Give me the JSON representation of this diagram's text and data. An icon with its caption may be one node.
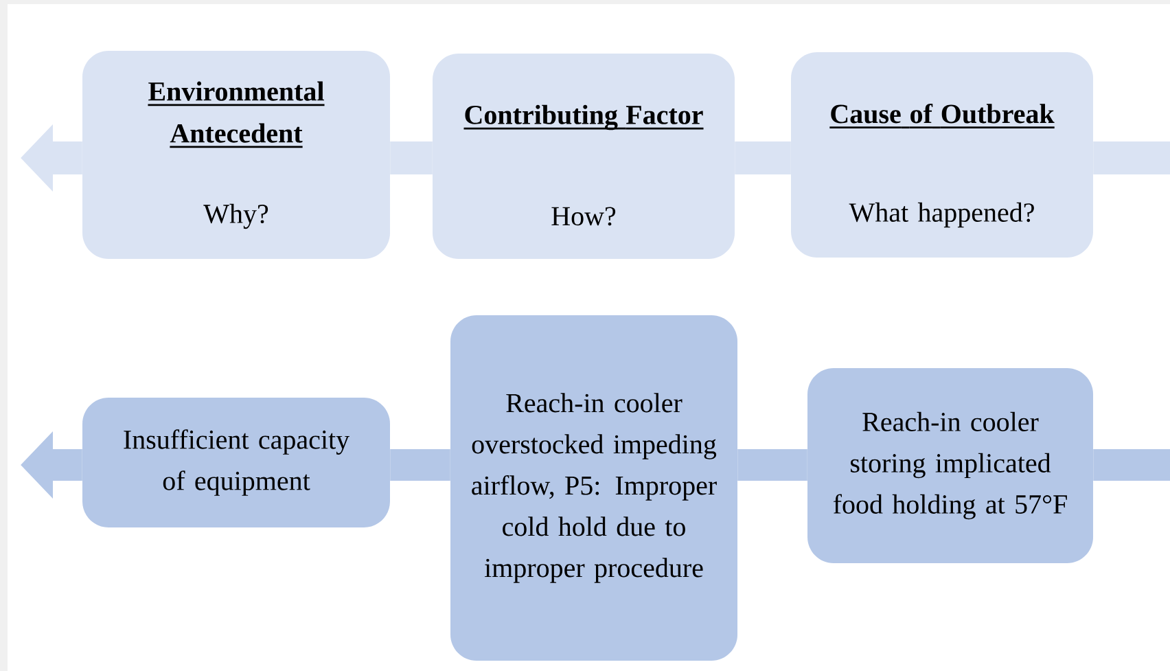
{
  "diagram": {
    "nodes": [
      {
        "text": [
          "Environmental Antecedent",
          "Why?"
        ]
      },
      {
        "text": [
          "Contributing Factor",
          "How?"
        ]
      },
      {
        "text": [
          "Cause of Outbreak",
          "What happened?"
        ]
      },
      {
        "text": [
          "Insufficient capacity of equipment"
        ]
      },
      {
        "text": [
          "Reach-in cooler overstocked impeding airflow, P5: Improper cold hold due to improper procedure"
        ]
      },
      {
        "text": [
          "Reach-in cooler storing implicated food holding at 57°F"
        ]
      }
    ],
    "edges": [
      {
        "from": null,
        "to": 2,
        "arrow": "none",
        "color": "#dae3f3"
      },
      {
        "from": 2,
        "to": 1,
        "arrow": "none",
        "color": "#dae3f3"
      },
      {
        "from": 1,
        "to": 0,
        "arrow": "none",
        "color": "#dae3f3"
      },
      {
        "from": 0,
        "to": null,
        "arrow": "to",
        "color": "#dae3f3"
      },
      {
        "from": null,
        "to": 5,
        "arrow": "none",
        "color": "#b4c7e7"
      },
      {
        "from": 5,
        "to": 4,
        "arrow": "none",
        "color": "#b4c7e7"
      },
      {
        "from": 4,
        "to": 3,
        "arrow": "none",
        "color": "#b4c7e7"
      },
      {
        "from": 3,
        "to": null,
        "arrow": "to",
        "color": "#b4c7e7"
      }
    ]
  }
}
